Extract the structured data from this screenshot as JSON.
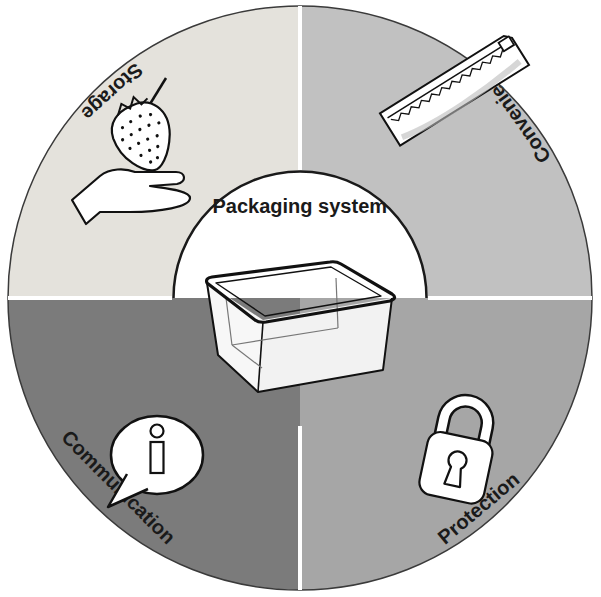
{
  "diagram": {
    "nodes": [
      {
        "text": [
          "Storage"
        ]
      },
      {
        "text": [
          "Convenience"
        ]
      },
      {
        "text": [
          "Packaging system"
        ]
      },
      {
        "text": [
          "Communication"
        ]
      },
      {
        "text": [
          "Protection"
        ]
      }
    ]
  }
}
